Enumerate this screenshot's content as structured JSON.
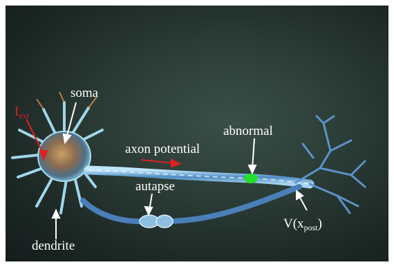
{
  "labels": {
    "soma": "soma",
    "i_ext_base": "I",
    "i_ext_sub": "ext",
    "axon_potential": "axon potential",
    "abnormal": "abnormal",
    "autapse": "autapse",
    "dendrite": "dendrite",
    "v_prefix": "V(x",
    "v_sub": "post",
    "v_suffix": ")"
  },
  "colors": {
    "label_text": "#ffffff",
    "current_arrow": "#e0201e",
    "abnormal_marker": "#22e02a",
    "axon": "#6fa8d8"
  }
}
